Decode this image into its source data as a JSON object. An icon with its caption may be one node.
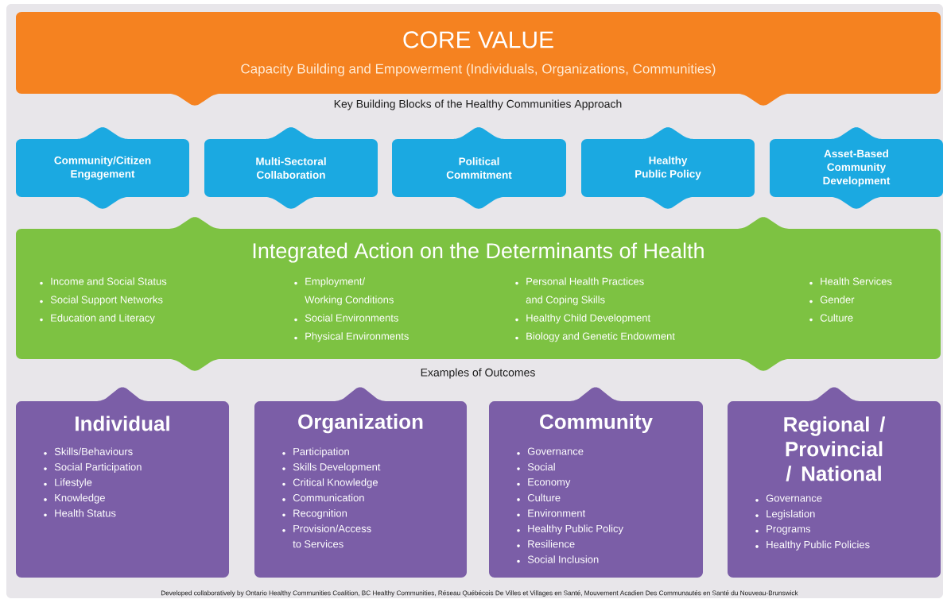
{
  "diagram": {
    "nodes": [
      {
        "text": [
          "CORE VALUE",
          "Capacity Building and Empowerment (Individuals, Organizations, Communities)"
        ]
      },
      {
        "text": [
          "Community/Citizen Engagement"
        ]
      },
      {
        "text": [
          "Multi-Sectoral Collaboration"
        ]
      },
      {
        "text": [
          "Political Commitment"
        ]
      },
      {
        "text": [
          "Healthy Public Policy"
        ]
      },
      {
        "text": [
          "Asset-Based Community Development"
        ]
      },
      {
        "text": [
          "Integrated Action on the Determinants of Health",
          "Income and Social Status",
          "Social Support Networks",
          "Education and Literacy",
          "Employment/ Working Conditions",
          "Social Environments",
          "Physical Environments",
          "Personal Health Practices and Coping Skills",
          "Healthy Child Development",
          "Biology and Genetic Endowment",
          "Health Services",
          "Gender",
          "Culture"
        ]
      },
      {
        "text": [
          "Individual",
          "Skills/Behaviours",
          "Social Participation",
          "Lifestyle",
          "Knowledge",
          "Health Status"
        ]
      },
      {
        "text": [
          "Organization",
          "Participation",
          "Skills Development",
          "Critical Knowledge",
          "Communication",
          "Recognition",
          "Provision/Access to Services"
        ]
      },
      {
        "text": [
          "Community",
          "Governance",
          "Social",
          "Economy",
          "Culture",
          "Environment",
          "Healthy Public Policy",
          "Resilience",
          "Social Inclusion"
        ]
      },
      {
        "text": [
          "Regional / Provincial / National",
          "Governance",
          "Legislation",
          "Programs",
          "Healthy Public Policies"
        ]
      }
    ],
    "labels": [
      "Key Building Blocks of the Healthy Communities Approach",
      "Examples of Outcomes",
      "Developed collaboratively by Ontario Healthy Communities Coalition, BC Healthy Communities, Réseau Québécois De Villes et Villages en Santé, Mouvement Acadien Des Communautés en Santé du Nouveau-Brunswick"
    ]
  }
}
